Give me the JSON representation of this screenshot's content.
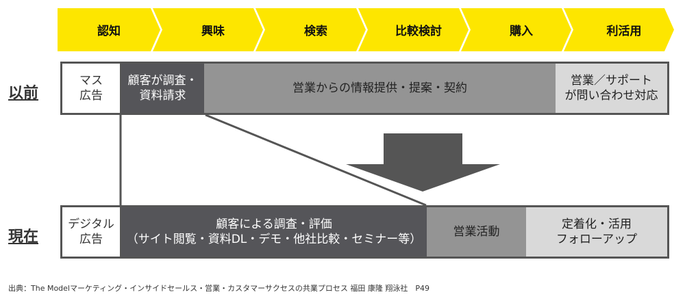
{
  "stages": [
    "認知",
    "興味",
    "検索",
    "比較検討",
    "購入",
    "利活用"
  ],
  "colors": {
    "stage_fill": "#fde600",
    "dark": "#555559",
    "mid": "#949494",
    "light": "#d9d9d9",
    "arrow": "#555555"
  },
  "before": {
    "label": "以前",
    "cells": [
      "マス\n広告",
      "顧客が調査・\n資料請求",
      "営業からの情報提供・提案・契約",
      "営業／サポート\nが問い合わせ対応"
    ]
  },
  "now": {
    "label": "現在",
    "cells": [
      "デジタル\n広告",
      "顧客による調査・評価\n（サイト閲覧・資料DL・デモ・他社比較・セミナー等）",
      "営業活動",
      "定着化・活用\nフォローアップ"
    ]
  },
  "source": "出典：The Modelマーケティング・インサイドセールス・営業・カスタマーサクセスの共業プロセス 福田 康隆 翔泳社　P49"
}
